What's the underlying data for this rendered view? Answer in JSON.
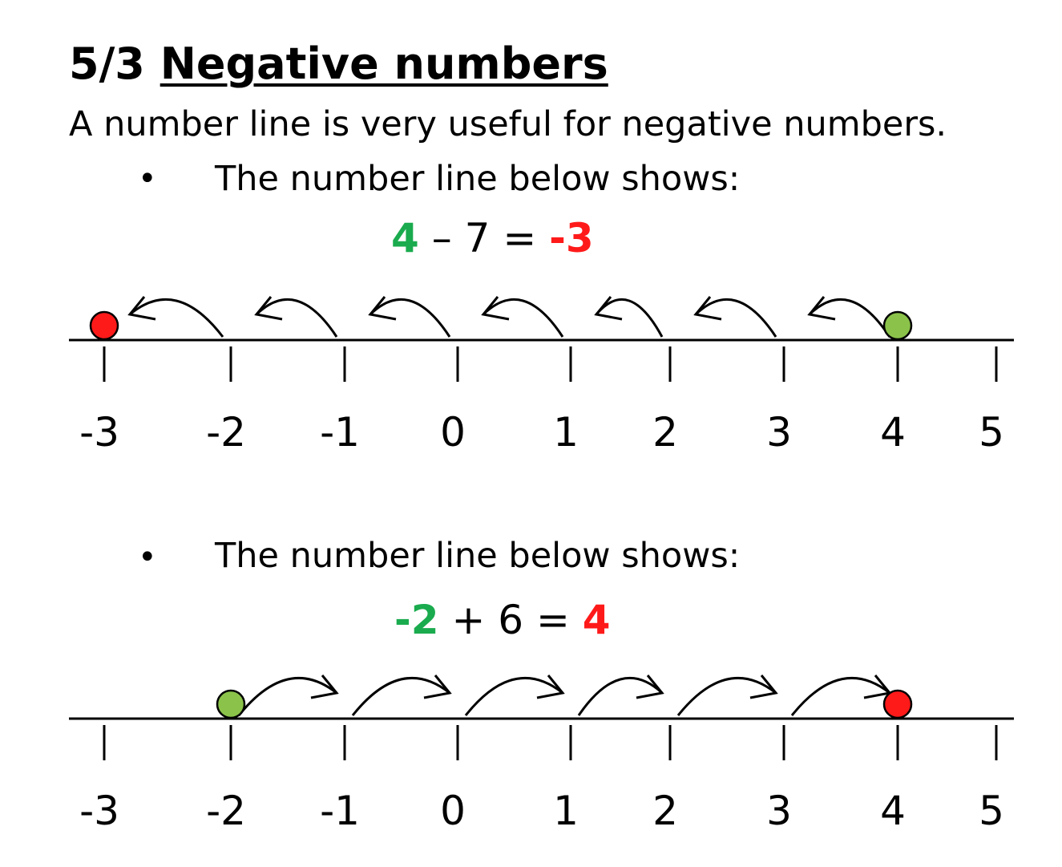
{
  "heading": {
    "number": "5/3",
    "title": "Negative numbers"
  },
  "intro": "A number line is very useful for negative numbers.",
  "examples": [
    {
      "bullet": "•",
      "label": "The number line below shows:",
      "equation": {
        "start": "4",
        "operator": "–",
        "amount": "7",
        "equals": "=",
        "result": "-3"
      },
      "start_value": 4,
      "end_value": -3,
      "direction": "left"
    },
    {
      "bullet": "•",
      "label": "The number line below shows:",
      "equation": {
        "start": "-2",
        "operator": "+",
        "amount": "6",
        "equals": "=",
        "result": "4"
      },
      "start_value": -2,
      "end_value": 4,
      "direction": "right"
    }
  ],
  "number_line": {
    "ticks": [
      "-3",
      "-2",
      "-1",
      "0",
      "1",
      "2",
      "3",
      "4",
      "5"
    ]
  },
  "colors": {
    "start": "#8bc34a",
    "end": "#ff1a1a",
    "start_text": "#1aab4e",
    "end_text": "#ff1a1a"
  }
}
